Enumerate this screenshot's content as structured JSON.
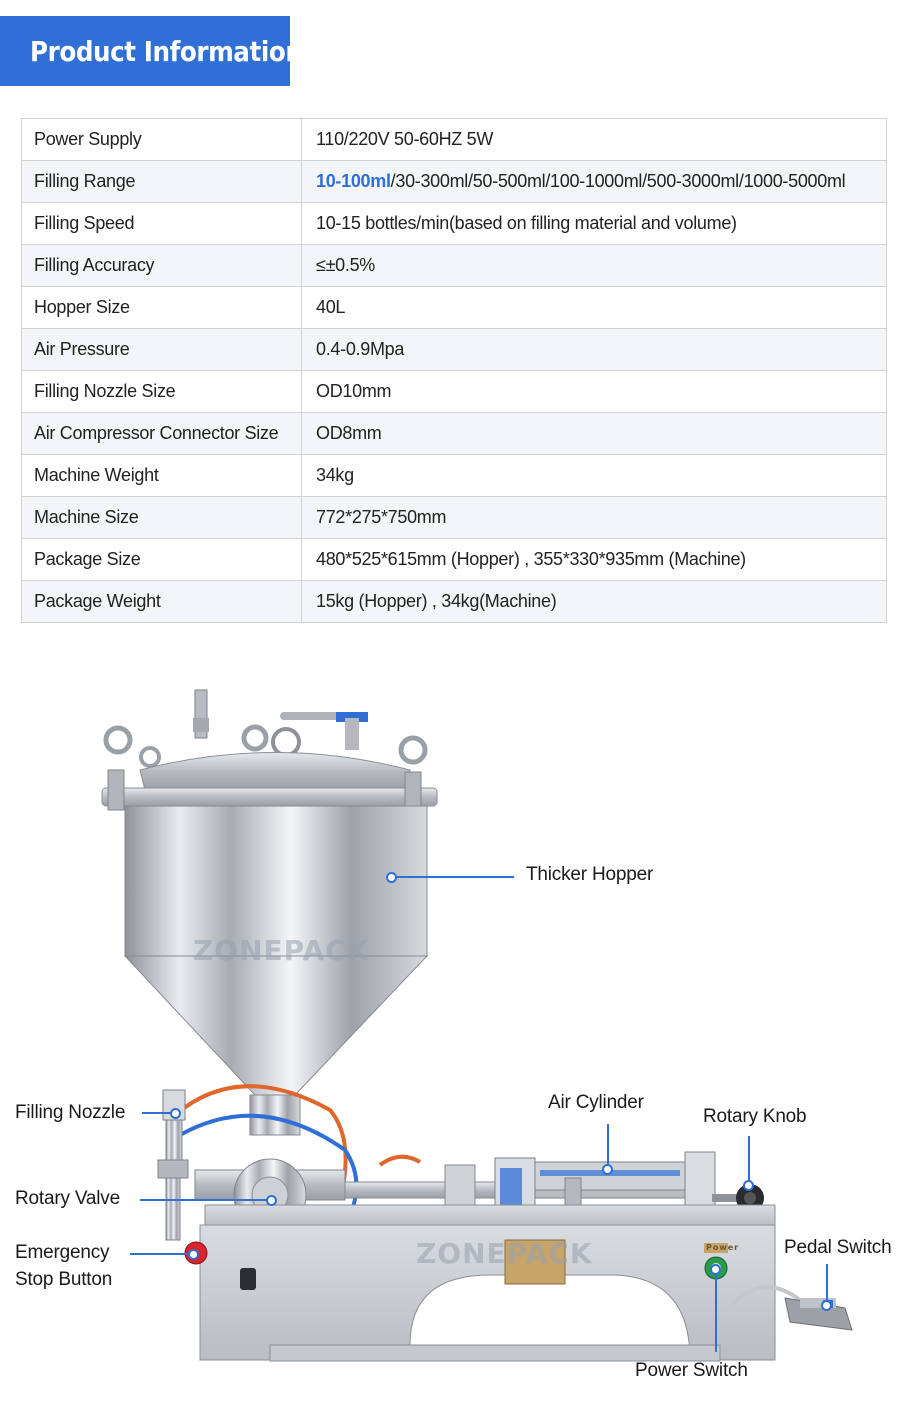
{
  "banner": {
    "title": "Product Information"
  },
  "specs": [
    {
      "key": "Power Supply",
      "value": "110/220V 50-60HZ  5W"
    },
    {
      "key": "Filling Range",
      "value_highlight": "10-100ml",
      "value": "/30-300ml/50-500ml/100-1000ml/500-3000ml/1000-5000ml"
    },
    {
      "key": "Filling Speed",
      "value": "10-15 bottles/min(based on filling material and volume)"
    },
    {
      "key": "Filling Accuracy",
      "value": "≤±0.5%"
    },
    {
      "key": "Hopper Size",
      "value": "40L"
    },
    {
      "key": "Air Pressure",
      "value": "0.4-0.9Mpa"
    },
    {
      "key": "Filling Nozzle Size",
      "value": "OD10mm"
    },
    {
      "key": "Air Compressor Connector Size",
      "value": "OD8mm"
    },
    {
      "key": "Machine Weight",
      "value": "34kg"
    },
    {
      "key": "Machine Size",
      "value": "772*275*750mm"
    },
    {
      "key": "Package Size",
      "value": "480*525*615mm (Hopper) , 355*330*935mm (Machine)"
    },
    {
      "key": "Package Weight",
      "value": "15kg (Hopper) , 34kg(Machine)"
    }
  ],
  "callouts": {
    "hopper": "Thicker Hopper",
    "nozzle": "Filling Nozzle",
    "cylinder": "Air Cylinder",
    "knob": "Rotary Knob",
    "valve": "Rotary Valve",
    "estop_line1": "Emergency",
    "estop_line2": "Stop Button",
    "pedal": "Pedal Switch",
    "power": "Power Switch"
  },
  "watermark": {
    "hopper": "ZONEPACK",
    "body": "ZONEPACK",
    "plate": "Power"
  },
  "colors": {
    "accent": "#2f6fd6",
    "steel": "#c9ccd2",
    "estop": "#d8262c"
  }
}
